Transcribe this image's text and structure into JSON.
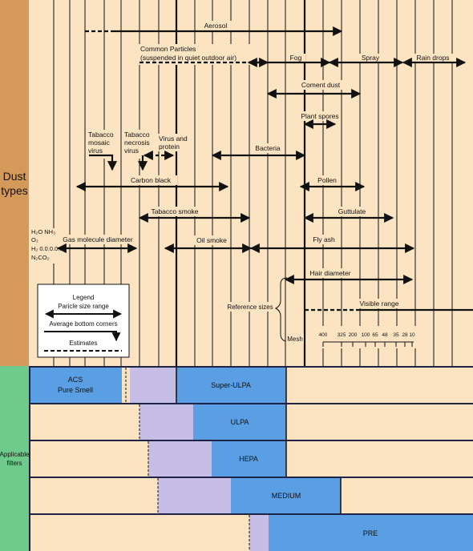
{
  "colors": {
    "peach": "#FCE4C2",
    "side_orange": "#D59A5A",
    "side_green": "#6FCB8B",
    "filter_blue": "#5A9FE3",
    "filter_lavender": "#C7BEE8",
    "frame_navy": "#1F2346",
    "ink": "#111111"
  },
  "sidebar": {
    "dust_line1": "Dust",
    "dust_line2": "types",
    "filters_line1": "Applicable",
    "filters_line2": "filters"
  },
  "dust_types": [
    {
      "id": "aerosol",
      "label": "Aerosol"
    },
    {
      "id": "common",
      "label": "Common Particles",
      "label2": "(suspended in quiet outdoor air)"
    },
    {
      "id": "fog",
      "label": "Fog"
    },
    {
      "id": "spray",
      "label": "Spray"
    },
    {
      "id": "rain",
      "label": "Rain drops"
    },
    {
      "id": "cement",
      "label": "Coment dust"
    },
    {
      "id": "spores",
      "label": "Plant spores"
    },
    {
      "id": "tmv",
      "label": "Tabacco",
      "label2": "mosaic",
      "label3": "virus"
    },
    {
      "id": "tnv",
      "label": "Tabacco",
      "label2": "necrosis",
      "label3": "virus"
    },
    {
      "id": "virus",
      "label": "Virus and",
      "label2": "protein"
    },
    {
      "id": "bacteria",
      "label": "Bacteria"
    },
    {
      "id": "carbon",
      "label": "Carbon black"
    },
    {
      "id": "pollen",
      "label": "Pollen"
    },
    {
      "id": "smoke",
      "label": "Tabacco smoke"
    },
    {
      "id": "guttulate",
      "label": "Guttulate"
    },
    {
      "id": "gas",
      "label": "Gas molecule diameter"
    },
    {
      "id": "oil",
      "label": "Oil smoke"
    },
    {
      "id": "flyash",
      "label": "Fly ash"
    },
    {
      "id": "hair",
      "label": "Hair diameter"
    },
    {
      "id": "visible",
      "label": "Visible range"
    }
  ],
  "gas_formulas": {
    "row1": "H₂O NH₃",
    "row2": "O₂",
    "row3": "H₂ 0.0.0.0.0",
    "row4": "N₂CO₂"
  },
  "reference": {
    "sizes_label": "Reference sizes",
    "mesh_label": "Mesh",
    "mesh_values": [
      "400",
      "325",
      "200",
      "100",
      "65",
      "48",
      "35",
      "28",
      "10"
    ]
  },
  "legend": {
    "title": "Legend",
    "range": "Paricle size range",
    "corners": "Average bottom corners",
    "estimates": "Estimates"
  },
  "filters": [
    {
      "id": "acs",
      "label": "ACS",
      "label2": "Pure Smell"
    },
    {
      "id": "super_ulpa",
      "label": "Super-ULPA"
    },
    {
      "id": "ulpa",
      "label": "ULPA"
    },
    {
      "id": "hepa",
      "label": "HEPA"
    },
    {
      "id": "medium",
      "label": "MEDIUM"
    },
    {
      "id": "pre",
      "label": "PRE"
    }
  ]
}
